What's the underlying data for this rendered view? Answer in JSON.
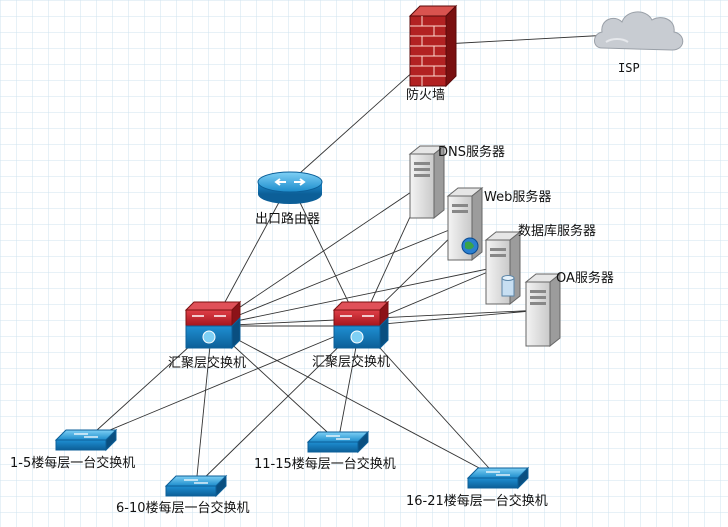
{
  "diagram": {
    "nodes": {
      "isp": {
        "label": "ISP",
        "icon": "cloud-icon"
      },
      "firewall": {
        "label": "防火墙",
        "icon": "firewall-icon"
      },
      "router": {
        "label": "出口路由器",
        "icon": "router-icon"
      },
      "dns_server": {
        "label": "DNS服务器",
        "icon": "server-icon"
      },
      "web_server": {
        "label": "Web服务器",
        "icon": "web-server-icon"
      },
      "db_server": {
        "label": "数据库服务器",
        "icon": "database-server-icon"
      },
      "oa_server": {
        "label": "OA服务器",
        "icon": "server-icon"
      },
      "agg_switch_1": {
        "label": "汇聚层交换机",
        "icon": "core-switch-icon"
      },
      "agg_switch_2": {
        "label": "汇聚层交换机",
        "icon": "core-switch-icon"
      },
      "access_1_5": {
        "label": "1-5楼每层一台交换机",
        "icon": "switch-icon"
      },
      "access_6_10": {
        "label": "6-10楼每层一台交换机",
        "icon": "switch-icon"
      },
      "access_11_15": {
        "label": "11-15楼每层一台交换机",
        "icon": "switch-icon"
      },
      "access_16_21": {
        "label": "16-21楼每层一台交换机",
        "icon": "switch-icon"
      }
    },
    "links": [
      [
        "firewall",
        "isp"
      ],
      [
        "firewall",
        "router"
      ],
      [
        "router",
        "agg_switch_1"
      ],
      [
        "router",
        "agg_switch_2"
      ],
      [
        "agg_switch_1",
        "agg_switch_2"
      ],
      [
        "agg_switch_1",
        "dns_server"
      ],
      [
        "agg_switch_1",
        "web_server"
      ],
      [
        "agg_switch_1",
        "db_server"
      ],
      [
        "agg_switch_1",
        "oa_server"
      ],
      [
        "agg_switch_2",
        "dns_server"
      ],
      [
        "agg_switch_2",
        "web_server"
      ],
      [
        "agg_switch_2",
        "db_server"
      ],
      [
        "agg_switch_2",
        "oa_server"
      ],
      [
        "agg_switch_1",
        "access_1_5"
      ],
      [
        "agg_switch_1",
        "access_6_10"
      ],
      [
        "agg_switch_1",
        "access_11_15"
      ],
      [
        "agg_switch_1",
        "access_16_21"
      ],
      [
        "agg_switch_2",
        "access_1_5"
      ],
      [
        "agg_switch_2",
        "access_6_10"
      ],
      [
        "agg_switch_2",
        "access_11_15"
      ],
      [
        "agg_switch_2",
        "access_16_21"
      ]
    ],
    "colors": {
      "grid": "#cfe3ef",
      "link": "#333333",
      "switch_blue": "#1a8fd0",
      "core_red": "#c8202a",
      "firewall_brick": "#b22222",
      "cloud": "#c8ccd2"
    }
  }
}
